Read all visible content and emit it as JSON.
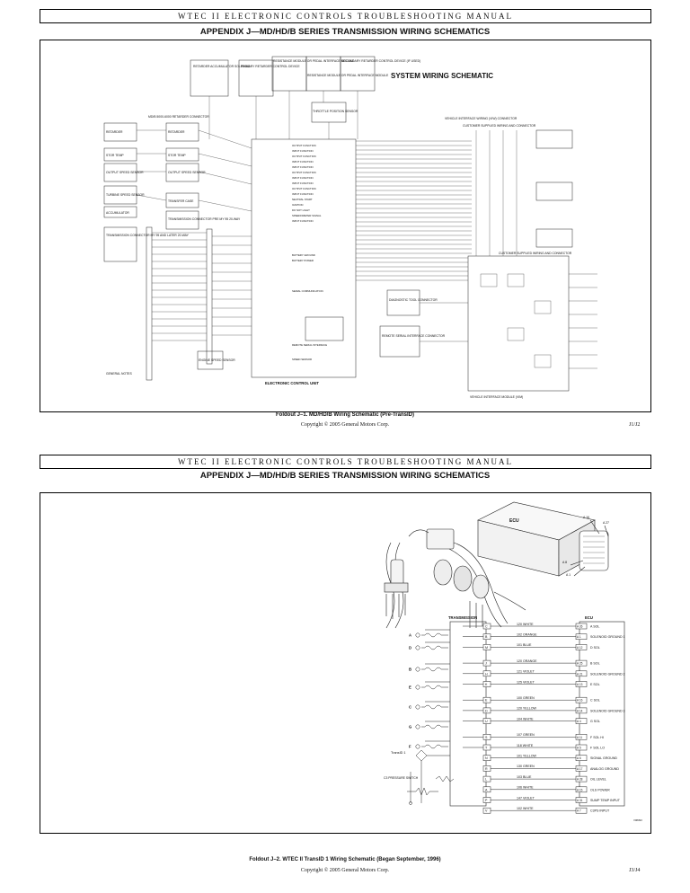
{
  "page1": {
    "header": "WTEC II ELECTRONIC CONTROLS TROUBLESHOOTING MANUAL",
    "title": "APPENDIX J—MD/HD/B SERIES TRANSMISSION WIRING SCHEMATICS",
    "schematic_title": "SYSTEM WIRING SCHEMATIC",
    "top_boxes": [
      "RETARDER ACCUMULATOR SOLENOID",
      "PRIMARY RETARDER CONTROL DEVICE",
      "RESISTANCE MODULE OR PEDAL INTERFACE MODULE",
      "RESISTANCE MODULE OR PEDAL INTERFACE MODULE",
      "SECONDARY RETARDER CONTROL DEVICE (IF USED)"
    ],
    "throttle_sensor": "THROTTLE POSITION SENSOR",
    "retarder_connector": "MD/B 5000-6000 RETARDER CONNECTOR",
    "left_boxes": [
      "RETARDER",
      "STOR TEMP",
      "OUTPUT SPEED SENSOR",
      "TURBINE SPEED SENSOR",
      "ACCUMULATOR",
      "TRANSMISSION CONNECTOR MY 95 AND LATER 20-WAY"
    ],
    "mid_boxes": [
      "RETARDER",
      "STOR TEMP",
      "OUTPUT SPEED SENSOR",
      "TRANSFER CASE",
      "TRANSMISSION CONNECTOR PRE MY 95 20-WAY"
    ],
    "engine_speed": "ENGINE SPEED SENSOR",
    "general_notes": "GENERAL NOTES",
    "ecu_label": "ELECTRONIC CONTROL UNIT",
    "diag_connector": "DIAGNOSTIC TOOL CONNECTOR",
    "remote_serial": "REMOTE SERIAL INTERFACE CONNECTOR",
    "vim_connector": "VEHICLE INTERFACE WIRING (VIW) CONNECTOR",
    "customer_supplied": "CUSTOMER SUPPLIED WIRING AND CONNECTOR",
    "customer_supplied_2": "CUSTOMER SUPPLIED WIRING AND CONNECTOR",
    "vim_label": "VEHICLE INTERFACE MODULE (VIM)",
    "ecu_functions": [
      "OUTPUT FUNCTION",
      "INPUT FUNCTION",
      "OUTPUT FUNCTION",
      "INPUT FUNCTION",
      "INPUT FUNCTION",
      "OUTPUT FUNCTION",
      "INPUT FUNCTION",
      "INPUT FUNCTION",
      "OUTPUT FUNCTION",
      "INPUT FUNCTION",
      "NEUTRAL START",
      "IGNITION",
      "DO NOT LIGHT",
      "SPEEDOMETER SIGNAL",
      "INPUT FUNCTION",
      "BATTERY GROUND",
      "BATTERY POWER",
      "SERIAL COMMUNICATION",
      "REMOTE SERIAL INTERFACE",
      "SPEED SENSOR"
    ],
    "caption": "Foldout J–1. MD/HD/B Wiring Schematic (Pre-TransID)",
    "copyright": "Copyright © 2005 General Motors Corp.",
    "page_number": "J1/J2"
  },
  "page2": {
    "header": "WTEC II ELECTRONIC CONTROLS TROUBLESHOOTING MANUAL",
    "title": "APPENDIX J—MD/HD/B SERIES TRANSMISSION WIRING SCHEMATICS",
    "transmission_label": "TRANSMISSION",
    "ecu_label": "ECU",
    "ecu_drawing_label": "ECU",
    "transid_label": "TransID 1",
    "pressure_switch": "C3 PRESSURE SWITCH",
    "pin_callouts": [
      "A 16",
      "A 27",
      "A 8",
      "A 1"
    ],
    "solenoids": [
      "A",
      "D",
      "B",
      "E",
      "C",
      "G",
      "F"
    ],
    "wires": [
      {
        "trans_pin": "C",
        "wire": "120 WHITE",
        "ecu_pin": "A 26",
        "function": "A SOL"
      },
      {
        "trans_pin": "B",
        "wire": "102 ORANGE",
        "ecu_pin": "A 1",
        "function": "SOLENOID GROUND 1"
      },
      {
        "trans_pin": "M",
        "wire": "101 BLUE",
        "ecu_pin": "A 12",
        "function": "D SOL"
      },
      {
        "trans_pin": "J",
        "wire": "120 ORANGE",
        "ecu_pin": "A 25",
        "function": "B SOL"
      },
      {
        "trans_pin": "H",
        "wire": "121 VIOLET",
        "ecu_pin": "A 21",
        "function": "SOLENOID GROUND 2"
      },
      {
        "trans_pin": "K",
        "wire": "125 VIOLET",
        "ecu_pin": "A 13",
        "function": "E SOL"
      },
      {
        "trans_pin": "E",
        "wire": "100 GREEN",
        "ecu_pin": "A 16",
        "function": "C SOL"
      },
      {
        "trans_pin": "D",
        "wire": "120 YELLOW",
        "ecu_pin": "A 14",
        "function": "SOLENOID GROUND 3"
      },
      {
        "trans_pin": "U",
        "wire": "104 WHITE",
        "ecu_pin": "A 4",
        "function": "G SOL"
      },
      {
        "trans_pin": "S",
        "wire": "107 GREEN",
        "ecu_pin": "A 11",
        "function": "F SOL HI"
      },
      {
        "trans_pin": "T",
        "wire": "118 WHITE",
        "ecu_pin": "A 5",
        "function": "F SOL LO"
      },
      {
        "trans_pin": "N",
        "wire": "101 YELLOW",
        "ecu_pin": "A 6",
        "function": "SIGNAL GROUND"
      },
      {
        "trans_pin": "R",
        "wire": "130 GREEN",
        "ecu_pin": "A 17",
        "function": "ANALOG GROUND"
      },
      {
        "trans_pin": "L",
        "wire": "103 BLUE",
        "ecu_pin": "A 28",
        "function": "OIL LEVEL"
      },
      {
        "trans_pin": "A",
        "wire": "106 WHITE",
        "ecu_pin": "A 15",
        "function": "OLS POWER"
      },
      {
        "trans_pin": "P",
        "wire": "147 VIOLET",
        "ecu_pin": "A 31",
        "function": "SUMP TEMP INPUT"
      },
      {
        "trans_pin": "V",
        "wire": "102 WHITE",
        "ecu_pin": "A 7",
        "function": "C3PS INPUT"
      }
    ],
    "drawing_number": "V08393",
    "caption": "Foldout J–2. WTEC II TransID 1 Wiring Schematic (Began September, 1996)",
    "copyright": "Copyright © 2005 General Motors Corp.",
    "page_number": "J3/J4"
  }
}
